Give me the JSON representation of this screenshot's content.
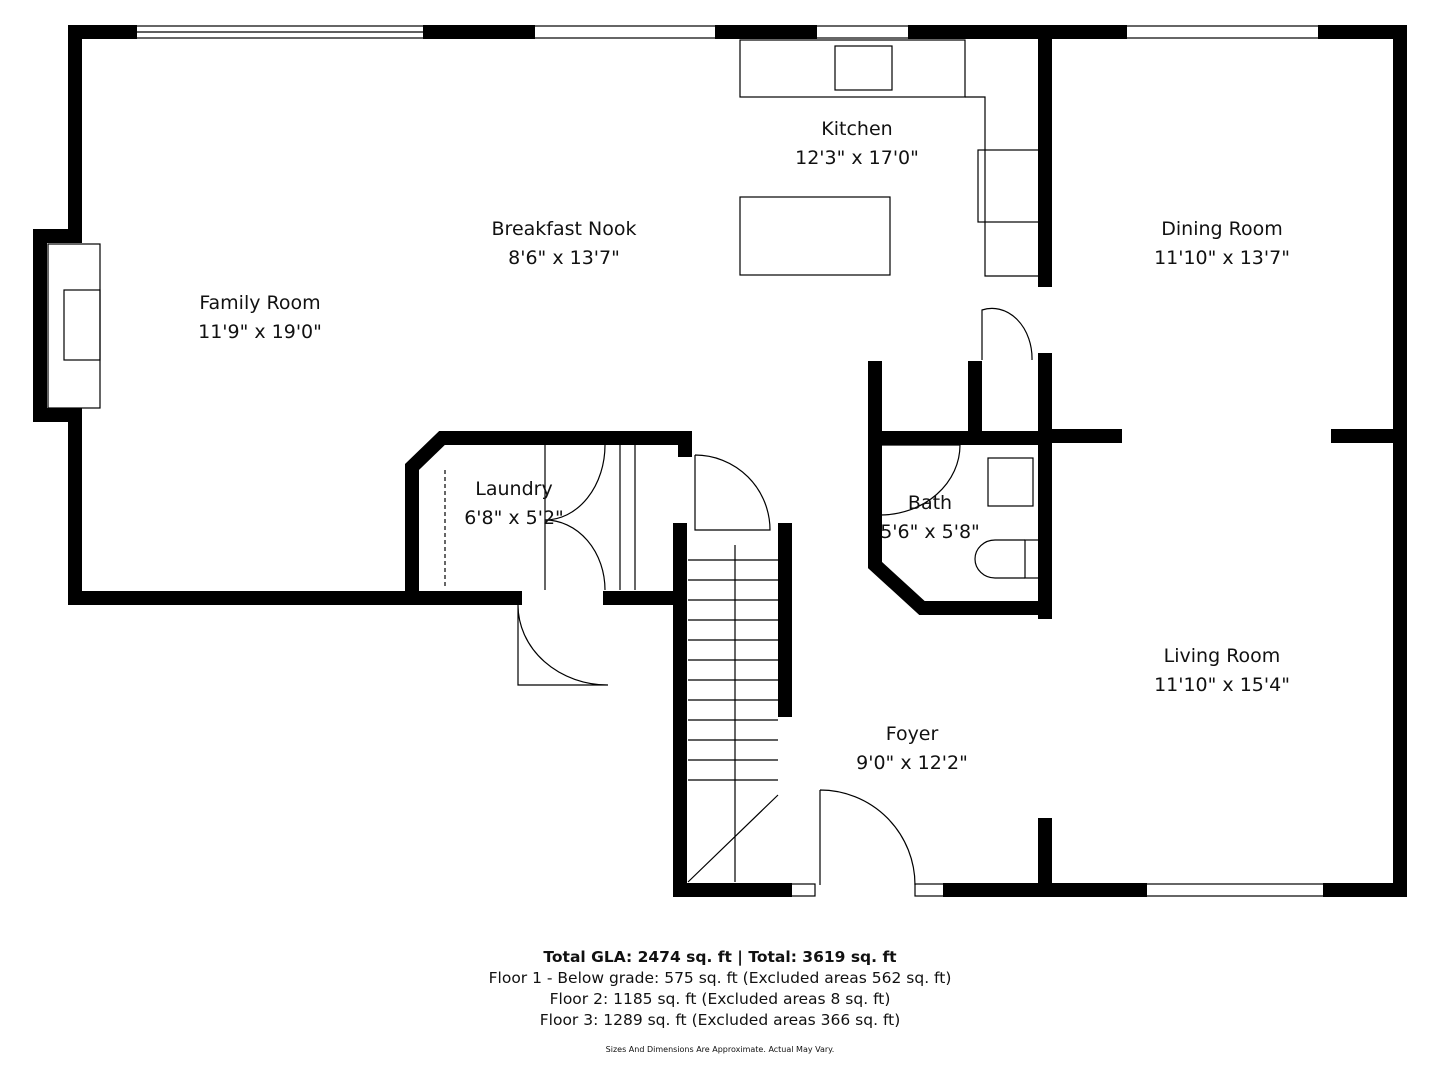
{
  "rooms": [
    {
      "name": "Family Room",
      "size": "11'9\" x 19'0\""
    },
    {
      "name": "Breakfast Nook",
      "size": "8'6\" x 13'7\""
    },
    {
      "name": "Kitchen",
      "size": "12'3\" x 17'0\""
    },
    {
      "name": "Dining Room",
      "size": "11'10\" x 13'7\""
    },
    {
      "name": "Living Room",
      "size": "11'10\" x 15'4\""
    },
    {
      "name": "Laundry",
      "size": "6'8\" x 5'2\""
    },
    {
      "name": "Bath",
      "size": "5'6\" x 5'8\""
    },
    {
      "name": "Foyer",
      "size": "9'0\" x 12'2\""
    }
  ],
  "summary": {
    "total": "Total GLA: 2474 sq. ft | Total: 3619 sq. ft",
    "floors": [
      "Floor 1 - Below grade: 575 sq. ft (Excluded areas 562 sq. ft)",
      "Floor 2: 1185 sq. ft (Excluded areas 8 sq. ft)",
      "Floor 3: 1289 sq. ft (Excluded areas 366 sq. ft)"
    ],
    "disclaimer": "Sizes And Dimensions Are Approximate. Actual May Vary."
  },
  "colors": {
    "wall": "#000000",
    "background": "#ffffff"
  }
}
